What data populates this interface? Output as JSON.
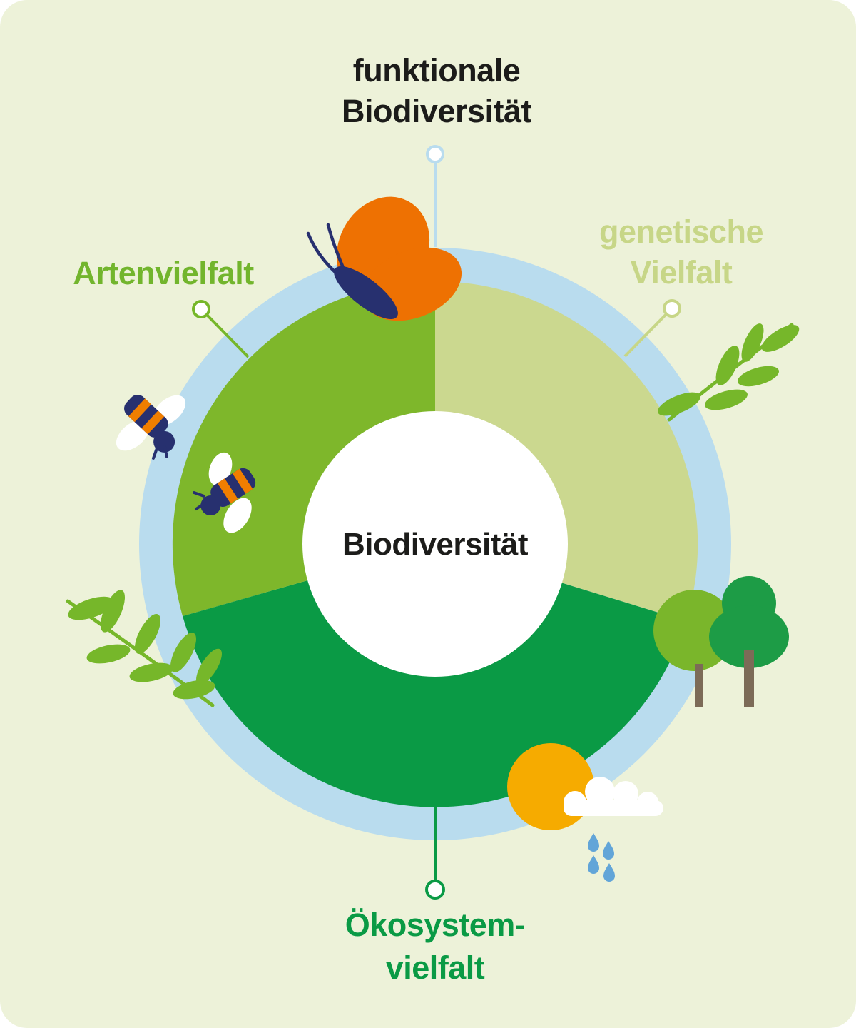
{
  "canvas": {
    "background": "#edf2d9",
    "outside_color": "#ffffff"
  },
  "diagram": {
    "type": "donut-infographic",
    "center_label": "Biodiversität",
    "center_text_color": "#1c1c1a",
    "ring_color": "#b9dcee",
    "inner_circle_color": "#ffffff",
    "labels": {
      "functional": {
        "lines": [
          "funktionale",
          "Biodiversität"
        ],
        "color": "#1c1c1a",
        "connector_color": "#b9dcee"
      },
      "genetic": {
        "lines": [
          "genetische",
          "Vielfalt"
        ],
        "color": "#c7d687",
        "connector_color": "#c7d687"
      },
      "species": {
        "lines": [
          "Artenvielfalt"
        ],
        "color": "#72b52d",
        "connector_color": "#76b72a"
      },
      "ecosystem": {
        "lines": [
          "Ökosystem-",
          "vielfalt"
        ],
        "color": "#0a9a45",
        "connector_color": "#0a9a45"
      }
    },
    "segments": [
      {
        "name": "genetische Vielfalt",
        "color": "#cbd88f",
        "approx_arc_deg": 107
      },
      {
        "name": "Ökosystemvielfalt",
        "color": "#0a9a45",
        "approx_arc_deg": 147
      },
      {
        "name": "Artenvielfalt",
        "color": "#7eb72b",
        "approx_arc_deg": 106
      }
    ],
    "decoration_colors": {
      "butterfly_wing_orange": "#ee7102",
      "insect_navy": "#27306f",
      "bee_stripe_orange": "#f07e00",
      "wing_white": "#ffffff",
      "leaf_green": "#76b72a",
      "tree_crown_light": "#7ab62b",
      "tree_crown_dark": "#1d9c46",
      "trunk_brown": "#7c6b57",
      "sun_yellow": "#f6ab00",
      "cloud_white": "#ffffff",
      "raindrop_blue": "#62a5d8"
    }
  }
}
